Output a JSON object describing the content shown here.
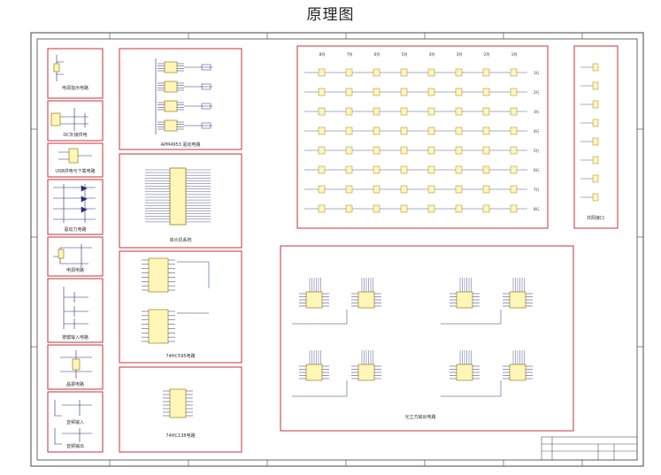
{
  "page_title": "原理图",
  "blocks": {
    "power_led": "电源指示电路",
    "dc_power": "DC外接供电",
    "usb_power": "USB供电与下载电路",
    "drive": "驱动力电路",
    "relay": "电源电路",
    "key_input": "按键输入电路",
    "crystal": "晶振电路",
    "audio_in": "音频输入",
    "audio_out": "音频输出",
    "driver_chip": "APM4953 驱动电路",
    "mcu": "单片机系统",
    "hc595_a": "74HC595电路",
    "hc138": "74HC138电路",
    "led_matrix": "光立方输出电路",
    "ext_port": "共阳接口"
  },
  "matrix_cols": [
    "8列",
    "7列",
    "6列",
    "5列",
    "4列",
    "3列",
    "2列",
    "1列"
  ],
  "matrix_rows": [
    "1行",
    "2行",
    "3行",
    "4行",
    "5行",
    "6行",
    "7行",
    "8行"
  ],
  "colors": {
    "frame": "#555555",
    "block": "#c8303a",
    "chip": "#fff6b8",
    "wire": "#283078"
  }
}
